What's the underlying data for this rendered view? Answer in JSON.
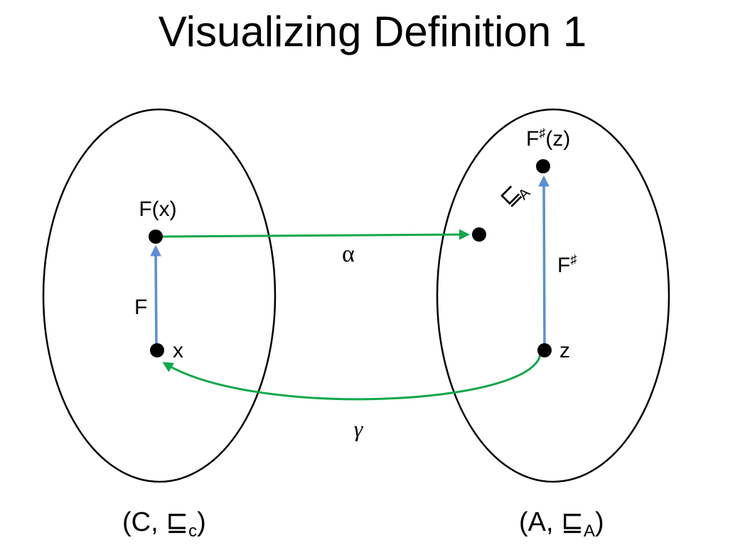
{
  "title": "Visualizing Definition 1",
  "colors": {
    "concrete_arrow": "#5B8ED6",
    "mapping_arrow": "#11A84A",
    "ink": "#000000"
  },
  "labels": {
    "concrete_point": "x",
    "concrete_result": "F(x)",
    "concrete_function": "F",
    "abstract_point": "z",
    "abstract_result_prefix": "F",
    "abstract_result_sup": "♯",
    "abstract_result_arg": "(z)",
    "abstract_function": "F",
    "abstract_function_sup": "♯",
    "alpha": "α",
    "gamma": "γ",
    "order_relation": "⊑",
    "order_relation_sub": "A",
    "concrete_domain_prefix": "(C, ",
    "concrete_domain_symbol": "⊑",
    "concrete_domain_sub": "c",
    "concrete_domain_suffix": ")",
    "abstract_domain_prefix": "(A, ",
    "abstract_domain_symbol": "⊑",
    "abstract_domain_sub": "A",
    "abstract_domain_suffix": ")"
  }
}
